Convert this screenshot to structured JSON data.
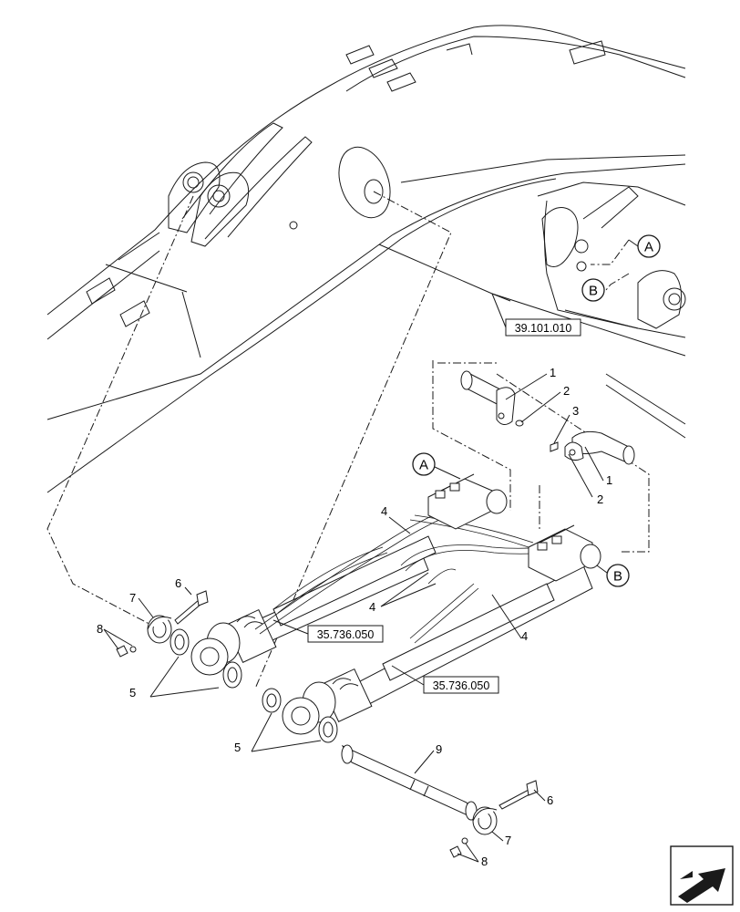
{
  "references": {
    "boom": "39.101.010",
    "cylinder_left": "35.736.050",
    "cylinder_right": "35.736.050"
  },
  "detail_callouts": {
    "a": "A",
    "b": "B"
  },
  "part_numbers": {
    "p1_upper": "1",
    "p1_lower": "1",
    "p2_upper": "2",
    "p2_lower": "2",
    "p3": "3",
    "p4_top": "4",
    "p4_mid": "4",
    "p4_right": "4",
    "p5_left": "5",
    "p5_center": "5",
    "p6_left": "6",
    "p6_right": "6",
    "p7_left": "7",
    "p7_right": "7",
    "p8_left": "8",
    "p8_right": "8",
    "p9": "9"
  },
  "icons": {
    "nav": "direction-arrow-icon"
  }
}
